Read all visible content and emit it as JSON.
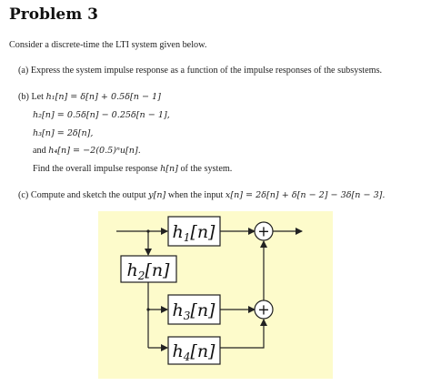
{
  "problem": {
    "title": "Problem 3",
    "intro": "Consider a discrete-time the LTI system given below."
  },
  "parts": {
    "a": {
      "label": "(a)",
      "text": "Express the system impulse response as a function of the impulse responses of the subsystems."
    },
    "b": {
      "label": "(b)",
      "lead": "Let",
      "h1": "h₁[n] = δ[n] + 0.5δ[n − 1]",
      "h2": "h₂[n] = 0.5δ[n] − 0.25δ[n − 1],",
      "h3": "h₃[n] = 2δ[n],",
      "and_word": "and",
      "h4": "h₄[n] = −2(0.5)ⁿu[n].",
      "find_text": "Find the overall impulse response",
      "find_symbol": "h[n]",
      "find_tail": "of the system."
    },
    "c": {
      "label": "(c)",
      "text_a": "Compute and sketch the output",
      "y_symbol": "y[n]",
      "text_b": "when the input",
      "x_expr": "x[n] = 2δ[n] + δ[n − 2] − 3δ[n − 3]."
    }
  },
  "diagram": {
    "background_color": "#fdfbcb",
    "blocks": {
      "h1": {
        "base": "h",
        "sub": "1",
        "arg": "[n]"
      },
      "h2": {
        "base": "h",
        "sub": "2",
        "arg": "[n]"
      },
      "h3": {
        "base": "h",
        "sub": "3",
        "arg": "[n]"
      },
      "h4": {
        "base": "h",
        "sub": "4",
        "arg": "[n]"
      }
    },
    "adder_symbol": "+"
  }
}
